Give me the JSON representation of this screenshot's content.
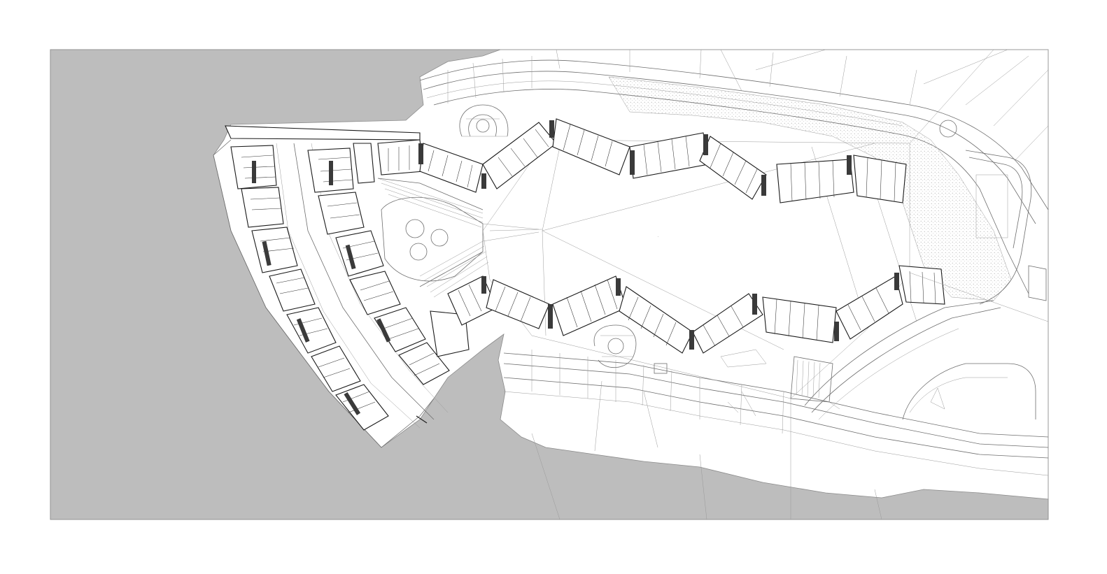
{
  "drawing": {
    "type": "site-plan",
    "colors": {
      "water": "#bdbdbd",
      "land": "#ffffff",
      "linework": "#6e6e6e",
      "building_outline": "#1a1a1a",
      "frame": "#9a9a9a"
    },
    "elements": [
      "water-area",
      "west-fan-block",
      "north-zigzag-block",
      "south-zigzag-block",
      "central-courtyard",
      "circular-plaza",
      "north-road",
      "south-road",
      "east-roundabout",
      "north-spiral-ramp",
      "south-spiral-ramp"
    ]
  }
}
